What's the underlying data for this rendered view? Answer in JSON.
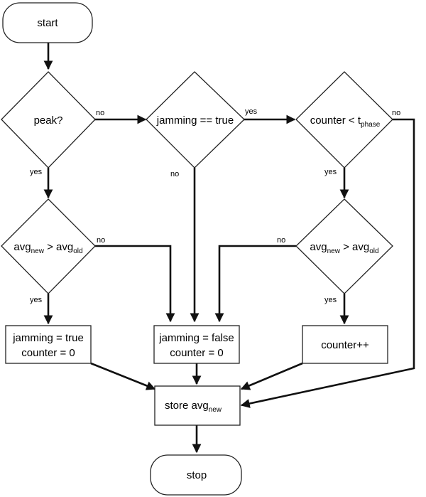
{
  "nodes": {
    "start": "start",
    "peak": "peak?",
    "jamming_check": "jamming == true",
    "counter_check": "counter < t",
    "counter_check_sub": "phase",
    "avg_cmp_left": {
      "a": "avg",
      "a_sub": "new",
      "op": " > avg",
      "b_sub": "old"
    },
    "avg_cmp_right": {
      "a": "avg",
      "a_sub": "new",
      "op": " > avg",
      "b_sub": "old"
    },
    "set_true": [
      "jamming = true",
      "counter = 0"
    ],
    "set_false": [
      "jamming = false",
      "counter = 0"
    ],
    "counter_inc": "counter++",
    "store": "store avg",
    "store_sub": "new",
    "stop": "stop"
  },
  "edge_labels": {
    "peak_no": "no",
    "peak_yes": "yes",
    "jam_yes": "yes",
    "jam_no": "no",
    "counter_yes": "yes",
    "counter_no": "no",
    "avgl_no": "no",
    "avgl_yes": "yes",
    "avgr_no": "no",
    "avgr_yes": "yes"
  },
  "colors": {
    "stroke": "#111111",
    "fill": "#ffffff"
  }
}
